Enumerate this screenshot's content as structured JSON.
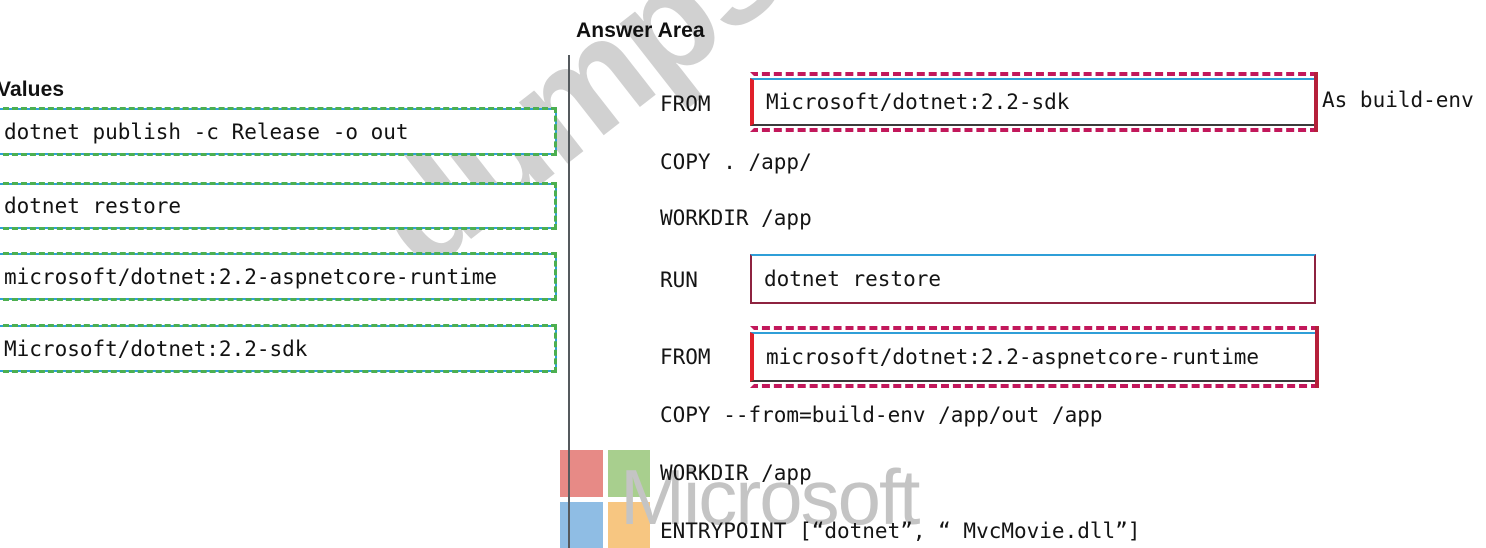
{
  "watermarks": {
    "site": "dumpsdb.com",
    "brand": "Microsoft",
    "logo_colors": [
      "#e78a86",
      "#a8cf8e",
      "#8fbde4",
      "#f7c681"
    ]
  },
  "values_panel": {
    "title": "Values",
    "items": [
      {
        "text": "dotnet publish -c Release -o out"
      },
      {
        "text": "dotnet restore"
      },
      {
        "text": "microsoft/dotnet:2.2-aspnetcore-runtime"
      },
      {
        "text": "Microsoft/dotnet:2.2-sdk"
      }
    ]
  },
  "answer_area": {
    "title": "Answer Area",
    "dockerfile_lines": [
      {
        "keyword": "FROM",
        "slot": "Microsoft/dotnet:2.2-sdk",
        "suffix": "As build-env",
        "boxed": true,
        "style": "ringed"
      },
      {
        "keyword": "",
        "text": "COPY . /app/",
        "boxed": false
      },
      {
        "keyword": "",
        "text": "WORKDIR /app",
        "boxed": false
      },
      {
        "keyword": "RUN",
        "slot": "dotnet restore",
        "suffix": "",
        "boxed": true,
        "style": "plain"
      },
      {
        "keyword": "FROM",
        "slot": "microsoft/dotnet:2.2-aspnetcore-runtime",
        "suffix": "",
        "boxed": true,
        "style": "ringed"
      },
      {
        "keyword": "",
        "text": "COPY --from=build-env /app/out /app",
        "boxed": false
      },
      {
        "keyword": "",
        "text": "WORKDIR /app",
        "boxed": false
      },
      {
        "keyword": "",
        "text": "ENTRYPOINT [“dotnet”, “ MvcMovie.dll”]",
        "boxed": false
      }
    ]
  },
  "colors": {
    "value_border_solid": "#2f9fd8",
    "value_border_dashed": "#4caf50",
    "slot_accent_red": "#e01f2a",
    "slot_dashed_pink": "#c2185b",
    "slot_maroon": "#8e2340",
    "divider": "#555a5e"
  }
}
